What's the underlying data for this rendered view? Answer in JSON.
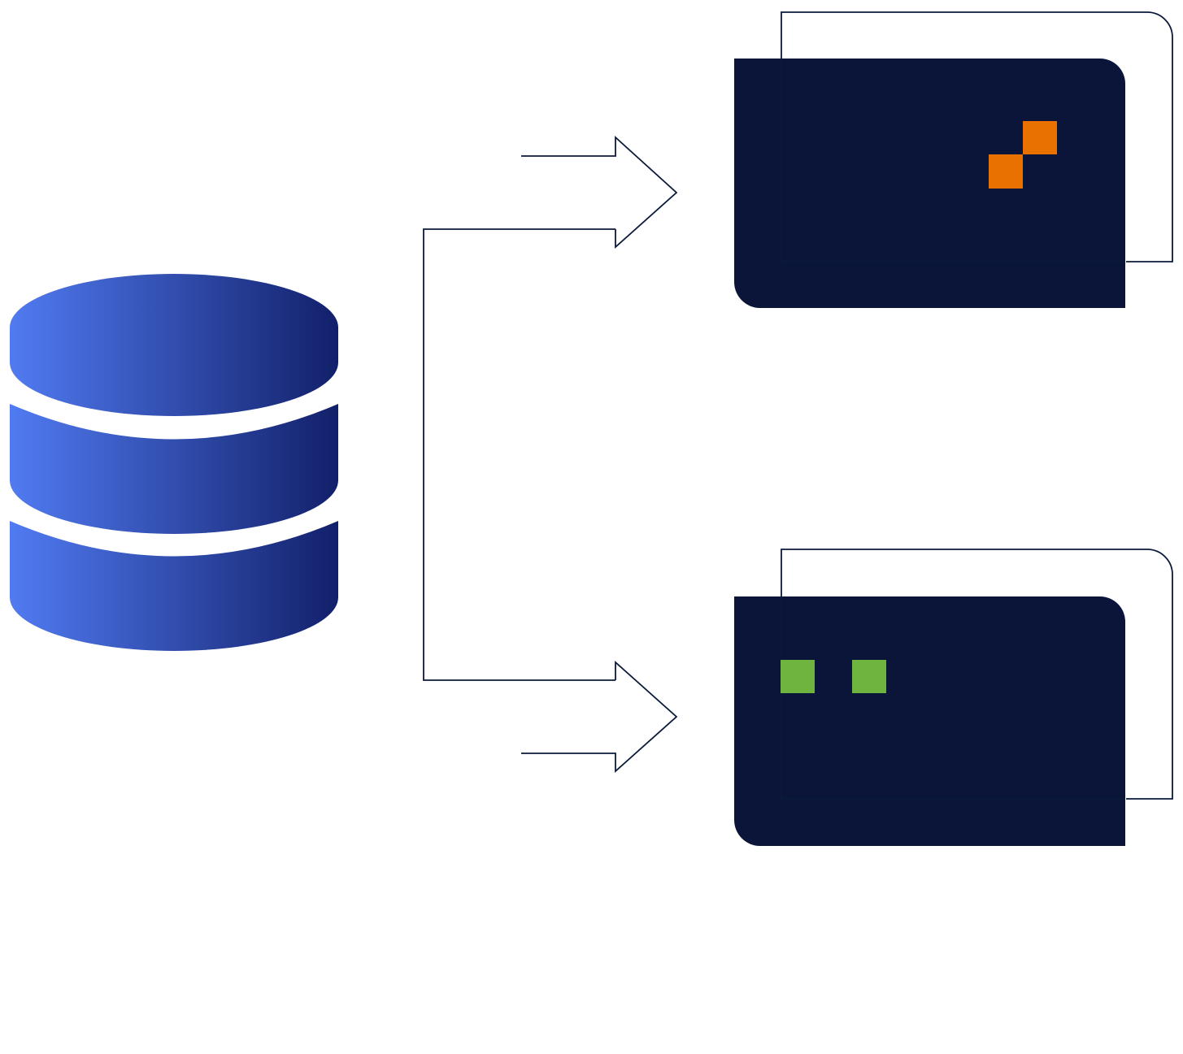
{
  "diagram": {
    "source": {
      "icon": "database-icon",
      "colors": {
        "gradient_start": "#517bf2",
        "gradient_end": "#12206a"
      }
    },
    "arrows": [
      {
        "name": "top-arrow",
        "icon": "outline-arrow-right-icon",
        "color": "#0b1a3a"
      },
      {
        "name": "bottom-arrow",
        "icon": "outline-arrow-right-icon",
        "color": "#0b1a3a"
      }
    ],
    "connector": {
      "name": "fork-connector-line",
      "color": "#0b1a3a"
    },
    "targets": [
      {
        "name": "top-panel",
        "icon": "window-stack-icon",
        "fill": "#0a1539",
        "outline": "#0b1a3a",
        "pixel_marks": {
          "pattern": "diagonal-pair",
          "color": "#e87100",
          "count": 2
        }
      },
      {
        "name": "bottom-panel",
        "icon": "window-stack-icon",
        "fill": "#0a1539",
        "outline": "#0b1a3a",
        "pixel_marks": {
          "pattern": "horizontal-pair",
          "color": "#6fb43f",
          "count": 2
        }
      }
    ]
  }
}
